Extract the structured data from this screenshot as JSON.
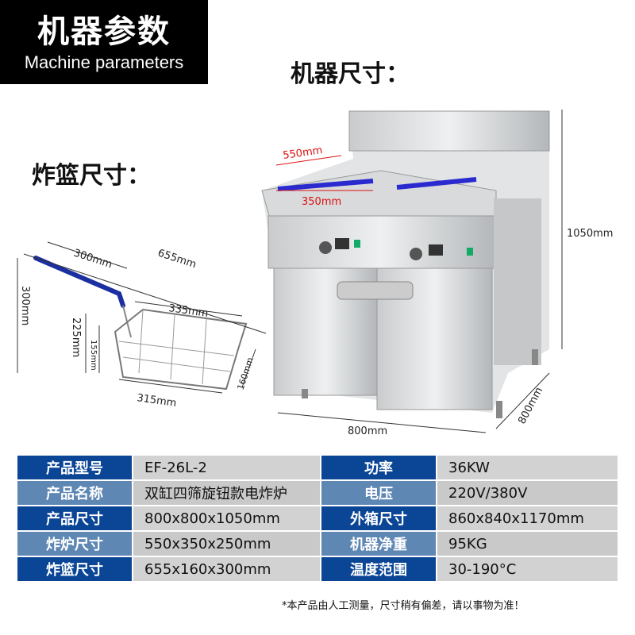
{
  "header": {
    "title_zh": "机器参数",
    "title_en": "Machine parameters"
  },
  "machine_size_title": "机器尺寸：",
  "basket_size_title": "炸篮尺寸：",
  "machine_dims": {
    "tank_length": "550mm",
    "tank_width": "350mm",
    "height": "1050mm",
    "width": "800mm",
    "depth": "800mm"
  },
  "basket_dims": {
    "total_length": "655mm",
    "handle": "300mm",
    "height": "300mm",
    "top_length": "335mm",
    "basket_height": "225mm",
    "inner_height": "155mm",
    "depth": "160mm",
    "bottom_length": "315mm"
  },
  "table": [
    {
      "l1": "产品型号",
      "v1": "EF-26L-2",
      "l2": "功率",
      "v2": "36KW"
    },
    {
      "l1": "产品名称",
      "v1": "双缸四筛旋钮款电炸炉",
      "l2": "电压",
      "v2": "220V/380V"
    },
    {
      "l1": "产品尺寸",
      "v1": "800x800x1050mm",
      "l2": "外箱尺寸",
      "v2": "860x840x1170mm"
    },
    {
      "l1": "炸炉尺寸",
      "v1": "550x350x250mm",
      "l2": "机器净重",
      "v2": "95KG"
    },
    {
      "l1": "炸篮尺寸",
      "v1": "655x160x300mm",
      "l2": "温度范围",
      "v2": "30-190°C"
    }
  ],
  "note": "*本产品由人工测量，尺寸稍有偏差，请以事物为准！"
}
